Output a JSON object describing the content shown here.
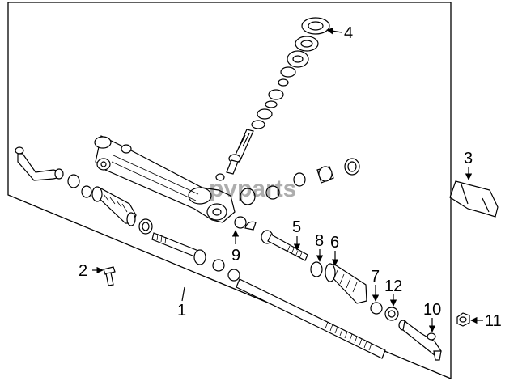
{
  "diagram": {
    "watermark": "pvparts",
    "callouts": [
      {
        "id": "1",
        "label": "1"
      },
      {
        "id": "2",
        "label": "2"
      },
      {
        "id": "3",
        "label": "3"
      },
      {
        "id": "4",
        "label": "4"
      },
      {
        "id": "5",
        "label": "5"
      },
      {
        "id": "6",
        "label": "6"
      },
      {
        "id": "7",
        "label": "7"
      },
      {
        "id": "8",
        "label": "8"
      },
      {
        "id": "9",
        "label": "9"
      },
      {
        "id": "10",
        "label": "10"
      },
      {
        "id": "11",
        "label": "11"
      },
      {
        "id": "12",
        "label": "12"
      }
    ]
  }
}
